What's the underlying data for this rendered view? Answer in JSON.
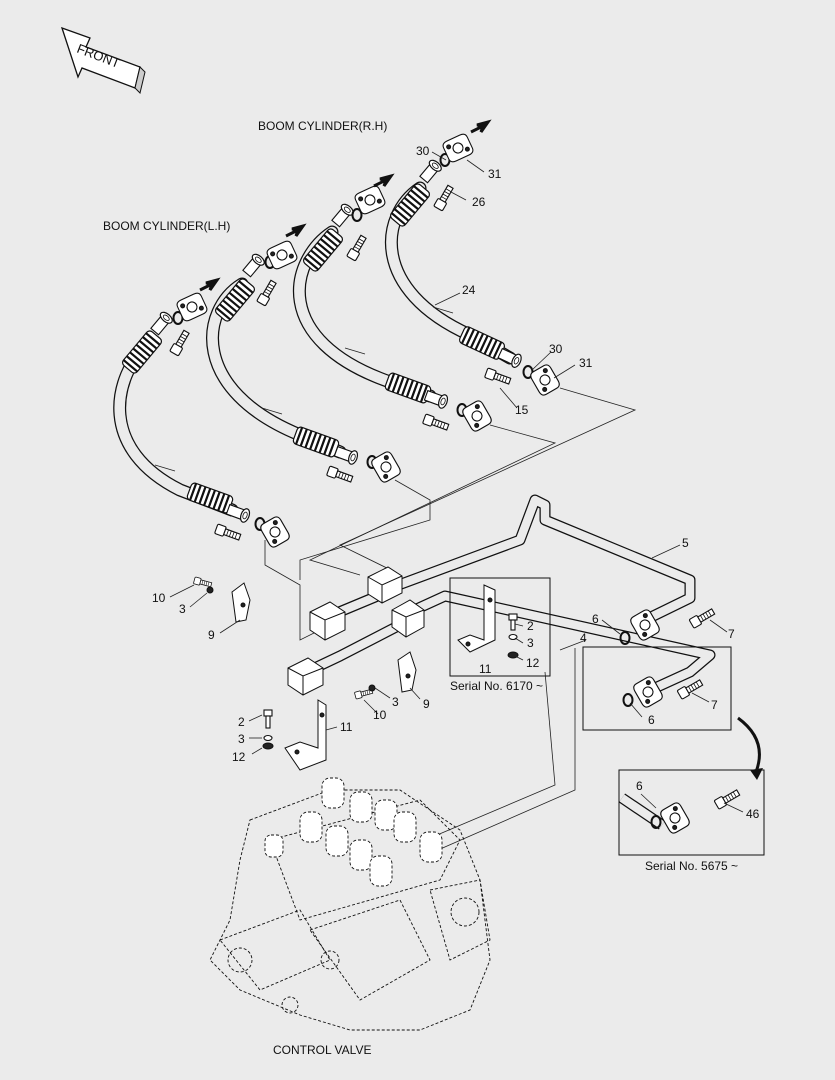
{
  "front_label": "FRONT",
  "titles": {
    "boom_rh": "BOOM CYLINDER(R.H)",
    "boom_lh": "BOOM CYLINDER(L.H)",
    "control_valve": "CONTROL VALVE"
  },
  "serials": {
    "detail_a": "Serial No. 6170 ~",
    "detail_b": "Serial No. 5675 ~"
  },
  "callouts": {
    "c30a": "30",
    "c31a": "31",
    "c26": "26",
    "c24": "24",
    "c30b": "30",
    "c31b": "31",
    "c15": "15",
    "c5": "5",
    "c6a": "6",
    "c7a": "7",
    "c4": "4",
    "c2a": "2",
    "c3a": "3",
    "c11a": "11",
    "c12a": "12",
    "c10a": "10",
    "c3b": "3",
    "c9a": "9",
    "c9b": "9",
    "c3c": "3",
    "c10b": "10",
    "c2b": "2",
    "c3d": "3",
    "c11b": "11",
    "c12b": "12",
    "c7b": "7",
    "c6b": "6",
    "c6c": "6",
    "c46": "46"
  }
}
